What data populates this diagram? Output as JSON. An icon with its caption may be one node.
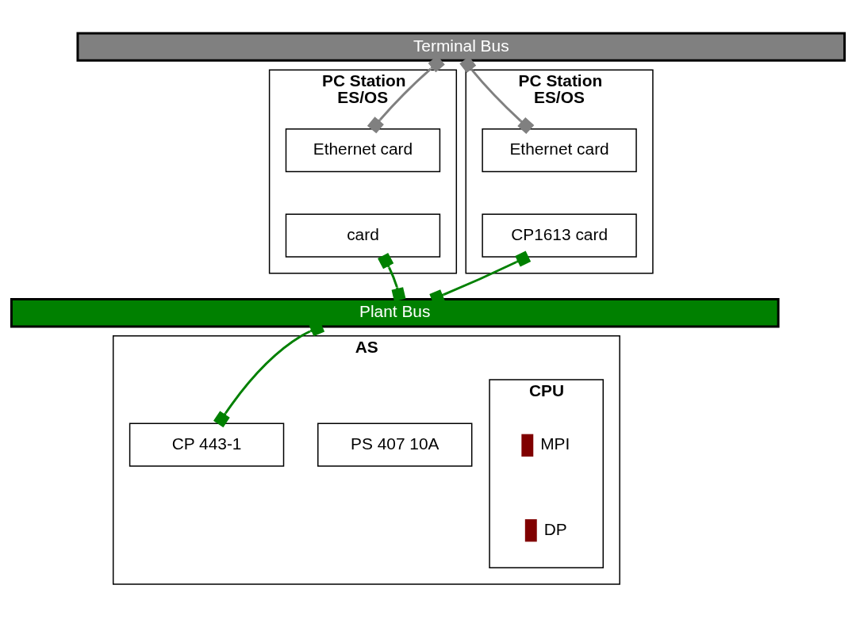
{
  "diagram": {
    "nodes": [
      {
        "text": [
          "Terminal Bus"
        ]
      },
      {
        "text": [
          "PC Station",
          "ES/OS"
        ]
      },
      {
        "text": [
          "Ethernet card"
        ],
        "in": 1
      },
      {
        "text": [
          "card"
        ],
        "in": 1
      },
      {
        "text": [
          "PC Station",
          "ES/OS"
        ]
      },
      {
        "text": [
          "Ethernet card"
        ],
        "in": 4
      },
      {
        "text": [
          "CP1613 card"
        ],
        "in": 4
      },
      {
        "text": [
          "Plant Bus"
        ]
      },
      {
        "text": [
          "AS"
        ]
      },
      {
        "text": [
          "PS 407 10A"
        ],
        "in": 8
      },
      {
        "text": [
          "CPU"
        ],
        "in": 8
      },
      {
        "text": [
          "CP 443-1"
        ],
        "in": 8
      },
      {
        "text": [
          "MPI"
        ],
        "in": 10
      },
      {
        "text": [
          "DP"
        ],
        "in": 10
      }
    ],
    "edges": [
      {
        "from": 2,
        "to": 0,
        "arrow": "other",
        "color": "#808080"
      },
      {
        "from": 5,
        "to": 0,
        "arrow": "other",
        "color": "#808080"
      },
      {
        "from": 3,
        "to": 7,
        "arrow": "other",
        "color": "#008000"
      },
      {
        "from": 6,
        "to": 7,
        "arrow": "other",
        "color": "#008000"
      },
      {
        "from": 11,
        "to": 7,
        "arrow": "other",
        "color": "#008000"
      }
    ]
  }
}
